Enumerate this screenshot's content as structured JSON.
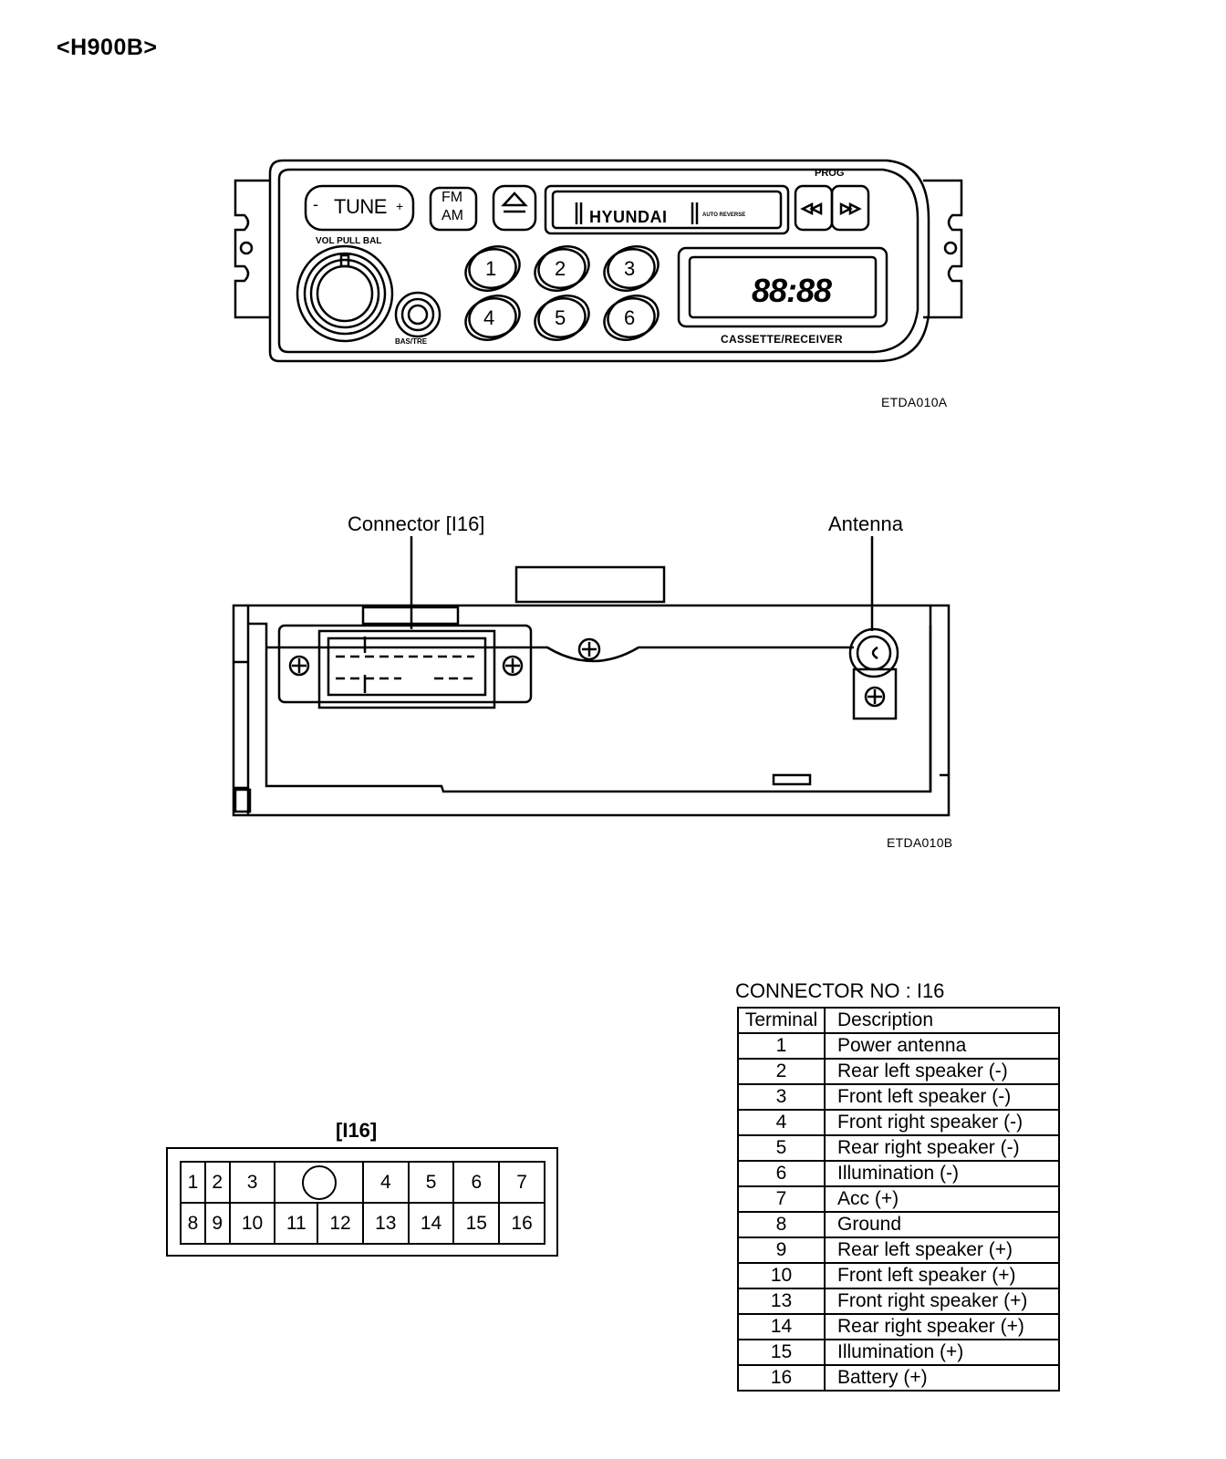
{
  "page_title": "<H900B>",
  "figure1": {
    "code": "ETDA010A",
    "labels": {
      "tune": "TUNE",
      "tune_minus": "-",
      "tune_plus": "+",
      "fm": "FM",
      "am": "AM",
      "brand": "HYUNDAI",
      "auto_reverse": "AUTO REVERSE",
      "prog": "PROG",
      "vol": "VOL PULL BAL",
      "bas_tre": "BAS/TRE",
      "display": "88:88",
      "cassette_receiver": "CASSETTE/RECEIVER"
    },
    "presets": [
      "1",
      "2",
      "3",
      "4",
      "5",
      "6"
    ]
  },
  "figure2": {
    "code": "ETDA010B",
    "connector_label": "Connector [I16]",
    "antenna_label": "Antenna"
  },
  "pinout": {
    "title": "[I16]",
    "row1": [
      "1",
      "2",
      "3",
      "4",
      "5",
      "6",
      "7"
    ],
    "row2": [
      "8",
      "9",
      "10",
      "11",
      "12",
      "13",
      "14",
      "15",
      "16"
    ]
  },
  "connector_table": {
    "title": "CONNECTOR NO : I16",
    "headers": [
      "Terminal",
      "Description"
    ],
    "rows": [
      [
        "1",
        "Power antenna"
      ],
      [
        "2",
        "Rear left speaker (-)"
      ],
      [
        "3",
        "Front left speaker (-)"
      ],
      [
        "4",
        "Front right speaker (-)"
      ],
      [
        "5",
        "Rear right speaker (-)"
      ],
      [
        "6",
        "Illumination (-)"
      ],
      [
        "7",
        "Acc (+)"
      ],
      [
        "8",
        "Ground"
      ],
      [
        "9",
        "Rear left speaker (+)"
      ],
      [
        "10",
        "Front  left speaker (+)"
      ],
      [
        "13",
        "Front  right speaker (+)"
      ],
      [
        "14",
        "Rear right speaker (+)"
      ],
      [
        "15",
        "Illumination (+)"
      ],
      [
        "16",
        "Battery (+)"
      ]
    ]
  }
}
